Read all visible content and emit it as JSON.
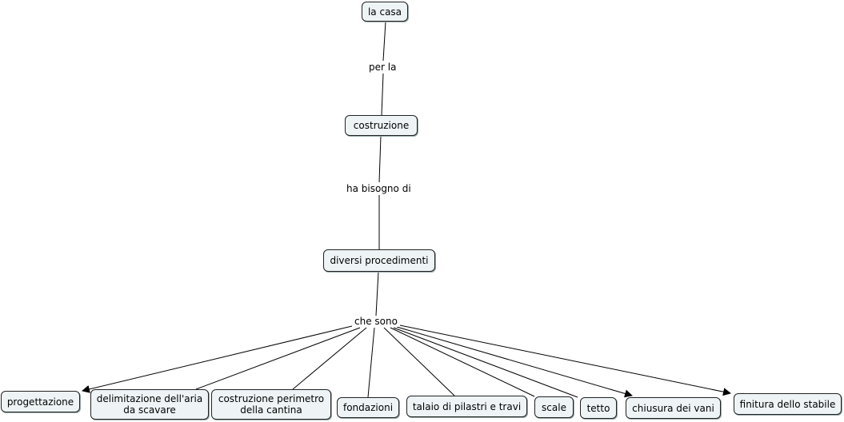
{
  "concepts": {
    "casa": "la casa",
    "costruzione": "costruzione",
    "procedimenti": "diversi procedimenti",
    "progettazione": "progettazione",
    "delimitazione": "delimitazione dell'aria\nda scavare",
    "perimetro": "costruzione perimetro\ndella cantina",
    "fondazioni": "fondazioni",
    "talaio": "talaio di pilastri e travi",
    "scale": "scale",
    "tetto": "tetto",
    "chiusura": "chiusura dei vani",
    "finitura": "finitura dello stabile"
  },
  "link_labels": {
    "per_la": "per la",
    "ha_bisogno_di": "ha bisogno di",
    "che_sono": "che sono"
  }
}
